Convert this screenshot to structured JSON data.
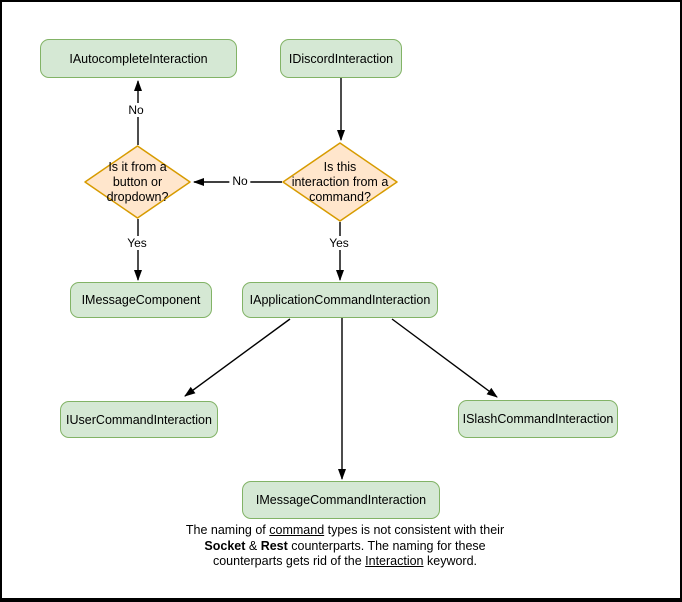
{
  "diagram": {
    "nodes": {
      "autocomplete": {
        "label": "IAutocompleteInteraction"
      },
      "discord": {
        "label": "IDiscordInteraction"
      },
      "message_component": {
        "label": "IMessageComponent"
      },
      "application_command": {
        "label": "IApplicationCommandInteraction"
      },
      "user_command": {
        "label": "IUserCommandInteraction"
      },
      "slash_command": {
        "label": "ISlashCommandInteraction"
      },
      "message_command": {
        "label": "IMessageCommandInteraction"
      }
    },
    "decisions": {
      "button_dropdown": {
        "label": "Is it from a\nbutton or\ndropdown?"
      },
      "from_command": {
        "label": "Is this\ninteraction from a\ncommand?"
      }
    },
    "edge_labels": {
      "no_top": "No",
      "no_mid": "No",
      "yes_left": "Yes",
      "yes_right": "Yes"
    },
    "colors": {
      "node_fill": "#d5e8d4",
      "node_border": "#82b366",
      "decision_fill": "#ffe6cc",
      "decision_border": "#d79b00",
      "arrow": "#000000",
      "background": "#ffffff"
    },
    "note": {
      "line1": {
        "pre": "The naming of ",
        "underlined": "command",
        "post": " types is not consistent with their"
      },
      "line2": {
        "bold1": "Socket",
        "amp": " & ",
        "bold2": "Rest",
        "post": " counterparts. The naming for these"
      },
      "line3": {
        "pre": "counterparts gets rid of the ",
        "underlined": "Interaction",
        "post": " keyword."
      }
    }
  }
}
